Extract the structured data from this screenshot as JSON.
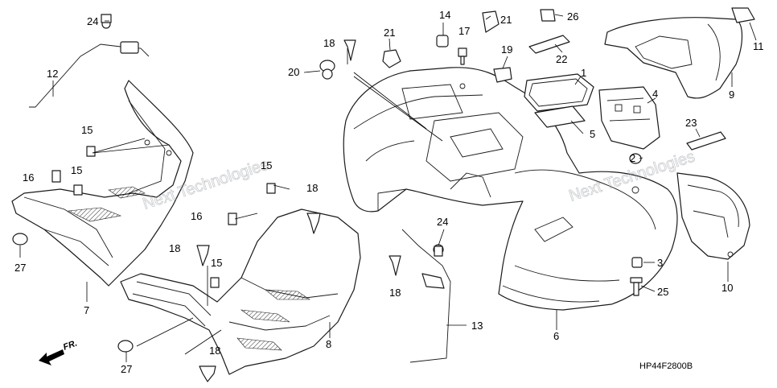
{
  "diagram_code": "HP44F2800B",
  "watermark": "Next Technologies",
  "front_indicator": "FR.",
  "callouts": [
    {
      "id": "c1",
      "label": "1"
    },
    {
      "id": "c2",
      "label": "2"
    },
    {
      "id": "c3",
      "label": "3"
    },
    {
      "id": "c4",
      "label": "4"
    },
    {
      "id": "c5",
      "label": "5"
    },
    {
      "id": "c6",
      "label": "6"
    },
    {
      "id": "c7",
      "label": "7"
    },
    {
      "id": "c8",
      "label": "8"
    },
    {
      "id": "c9",
      "label": "9"
    },
    {
      "id": "c10",
      "label": "10"
    },
    {
      "id": "c11",
      "label": "11"
    },
    {
      "id": "c12",
      "label": "12"
    },
    {
      "id": "c13",
      "label": "13"
    },
    {
      "id": "c14",
      "label": "14"
    },
    {
      "id": "c15a",
      "label": "15"
    },
    {
      "id": "c15b",
      "label": "15"
    },
    {
      "id": "c15c",
      "label": "15"
    },
    {
      "id": "c15d",
      "label": "15"
    },
    {
      "id": "c16a",
      "label": "16"
    },
    {
      "id": "c16b",
      "label": "16"
    },
    {
      "id": "c17",
      "label": "17"
    },
    {
      "id": "c18a",
      "label": "18"
    },
    {
      "id": "c18b",
      "label": "18"
    },
    {
      "id": "c18c",
      "label": "18"
    },
    {
      "id": "c18d",
      "label": "18"
    },
    {
      "id": "c18e",
      "label": "18"
    },
    {
      "id": "c19",
      "label": "19"
    },
    {
      "id": "c20",
      "label": "20"
    },
    {
      "id": "c21a",
      "label": "21"
    },
    {
      "id": "c21b",
      "label": "21"
    },
    {
      "id": "c22",
      "label": "22"
    },
    {
      "id": "c23",
      "label": "23"
    },
    {
      "id": "c24a",
      "label": "24"
    },
    {
      "id": "c24b",
      "label": "24"
    },
    {
      "id": "c25",
      "label": "25"
    },
    {
      "id": "c26",
      "label": "26"
    },
    {
      "id": "c27a",
      "label": "27"
    },
    {
      "id": "c27b",
      "label": "27"
    }
  ]
}
